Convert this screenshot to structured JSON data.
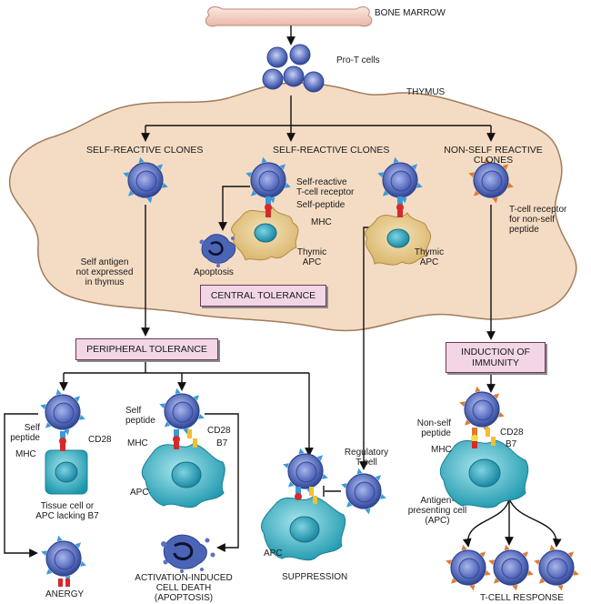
{
  "labels": {
    "bone_marrow": "BONE MARROW",
    "pro_t_cells": "Pro-T cells",
    "thymus": "THYMUS",
    "self_reactive_clones_1": "SELF-REACTIVE CLONES",
    "self_reactive_clones_2": "SELF-REACTIVE CLONES",
    "non_self_reactive_clones": "NON-SELF REACTIVE\nCLONES",
    "self_reactive_tcr": "Self-reactive\nT-cell receptor",
    "self_peptide_thymus": "Self-peptide",
    "mhc_thymus": "MHC",
    "tcr_non_self": "T-cell receptor\nfor non-self\npeptide",
    "thymic_apc_1": "Thymic\nAPC",
    "thymic_apc_2": "Thymic\nAPC",
    "apoptosis": "Apoptosis",
    "self_antigen_not_expressed": "Self antigen\nnot expressed\nin thymus",
    "central_tolerance": "CENTRAL TOLERANCE",
    "peripheral_tolerance": "PERIPHERAL TOLERANCE",
    "induction_of_immunity": "INDUCTION OF\nIMMUNITY",
    "self_peptide_1": "Self\npeptide",
    "cd28_1": "CD28",
    "mhc_1": "MHC",
    "tissue_cell": "Tissue cell or\nAPC lacking B7",
    "anergy": "ANERGY",
    "self_peptide_2": "Self\npeptide",
    "cd28_2": "CD28",
    "mhc_2": "MHC",
    "b7_2": "B7",
    "apc_2": "APC",
    "activation_induced": "ACTIVATION-INDUCED\nCELL DEATH\n(APOPTOSIS)",
    "regulatory_t_cell": "Regulatory\nT cell",
    "apc_3": "APC",
    "suppression": "SUPPRESSION",
    "non_self_peptide": "Non-self\npeptide",
    "cd28_3": "CD28",
    "mhc_3": "MHC",
    "b7_3": "B7",
    "antigen_presenting_cell": "Antigen-\npresenting cell\n(APC)",
    "t_cell_response": "T-CELL RESPONSE"
  },
  "colors": {
    "thymus_fill": "#f4dcc4",
    "thymus_stroke": "#a07c5c",
    "tolerance_box_fill": "#f2d6e6",
    "tcell_membrane": "#3f57a6",
    "tcell_nucleus": "#7d8fd0",
    "apc_fill": "#3fb8c8",
    "thymic_apc_fill": "#e6c98a",
    "mhc_red": "#d42a2a",
    "cd28_b7_yellow": "#f0c030",
    "receptor_blue": "#3a9ad8",
    "receptor_orange": "#e07a30",
    "bone": "#f6d8cc"
  }
}
